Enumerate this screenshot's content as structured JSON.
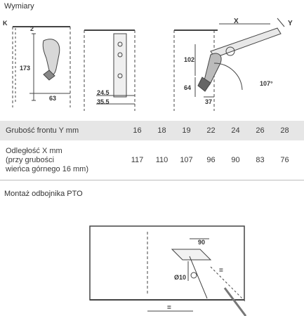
{
  "sections": {
    "dimensions_title": "Wymiary",
    "mounting_title": "Montaż odbojnika PTO"
  },
  "drawing_labels": {
    "k": "K",
    "two": "2",
    "h173": "173",
    "w63": "63",
    "d24_5": "24.5",
    "d35_5": "35.5",
    "x": "X",
    "y": "Y",
    "h102": "102",
    "h64": "64",
    "w37": "37",
    "angle": "107°",
    "d90": "90",
    "dia10": "Ø10",
    "eq": "="
  },
  "table": {
    "header_label": "Grubość frontu Y mm",
    "header_values": [
      "16",
      "18",
      "19",
      "22",
      "24",
      "26",
      "28"
    ],
    "row_label_lines": [
      "Odległość X mm",
      "(przy grubości",
      "wieńca górnego 16 mm)"
    ],
    "row_values": [
      "117",
      "110",
      "107",
      "96",
      "90",
      "83",
      "76"
    ]
  },
  "colors": {
    "header_bg": "#e6e6e6",
    "text": "#3a3a3a",
    "line": "#444444"
  }
}
